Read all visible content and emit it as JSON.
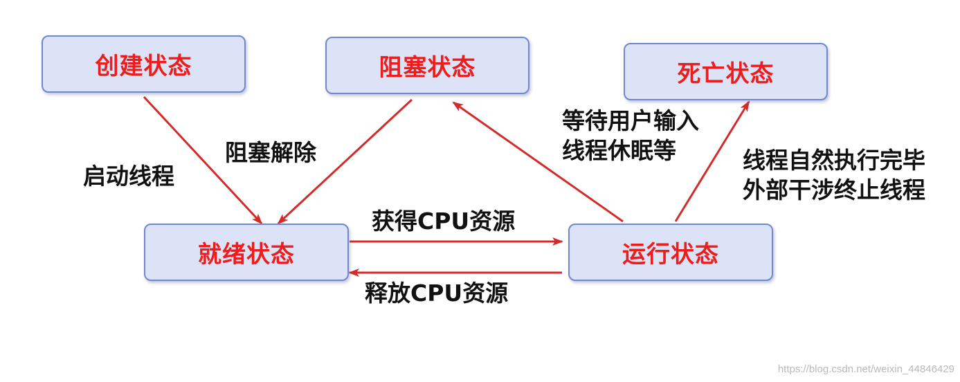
{
  "colors": {
    "box_fill": "#dde3f6",
    "box_border": "#6f86d4",
    "state_text": "#ee1c1c",
    "arrow": "#d42a2a",
    "label_text": "#111111",
    "watermark_text": "#b9b9b9"
  },
  "states": {
    "created": "创建状态",
    "blocked": "阻塞状态",
    "dead": "死亡状态",
    "ready": "就绪状态",
    "running": "运行状态"
  },
  "edges": {
    "start_thread": "启动线程",
    "unblock": "阻塞解除",
    "wait_line1": "等待用户输入",
    "wait_line2": "线程休眠等",
    "finish_line1": "线程自然执行完毕",
    "finish_line2": "外部干涉终止线程",
    "get_cpu": "获得CPU资源",
    "release_cpu": "释放CPU资源"
  },
  "watermark": "https://blog.csdn.net/weixin_44846429"
}
